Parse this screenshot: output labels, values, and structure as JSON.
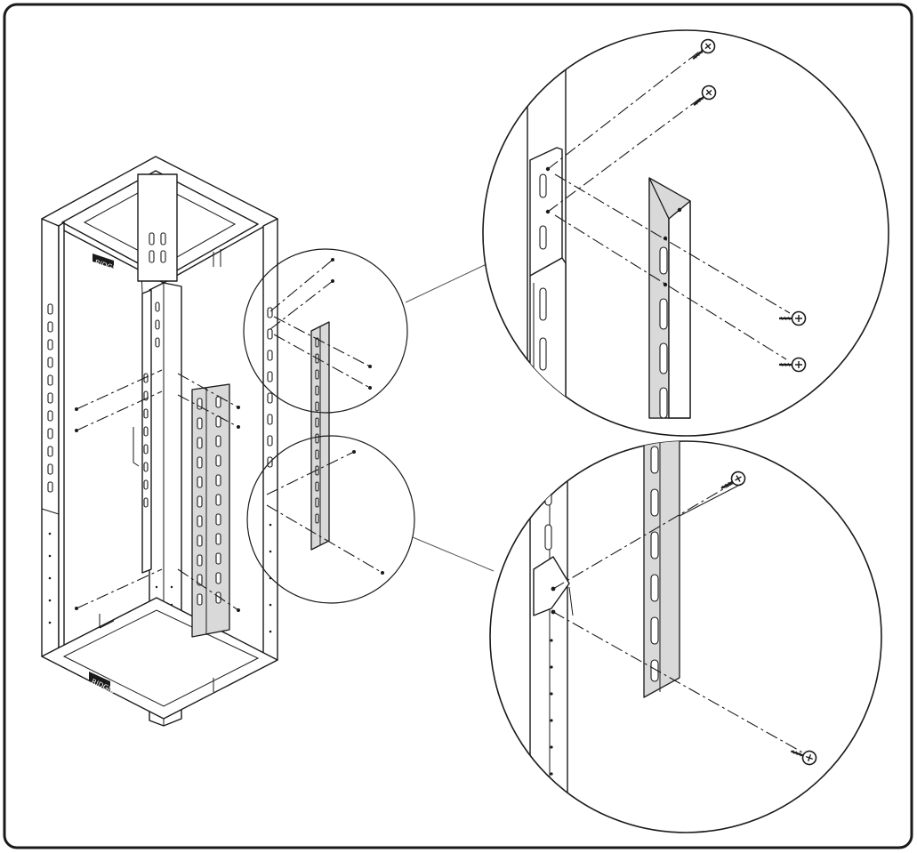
{
  "figure": {
    "frame_color": "#1a1a1a",
    "part_shade": "#d9d9d9",
    "background": "#ffffff",
    "brand_plate_text": "RIDGID"
  },
  "items": {
    "rack_frame": "rack-frame",
    "strut_bracket": "vertical-strut-bracket",
    "screws": "screw-icon",
    "detail_top": "detail-view-top",
    "detail_bottom": "detail-view-bottom",
    "callout_top": "callout-circle-upper",
    "callout_bottom": "callout-circle-lower"
  }
}
